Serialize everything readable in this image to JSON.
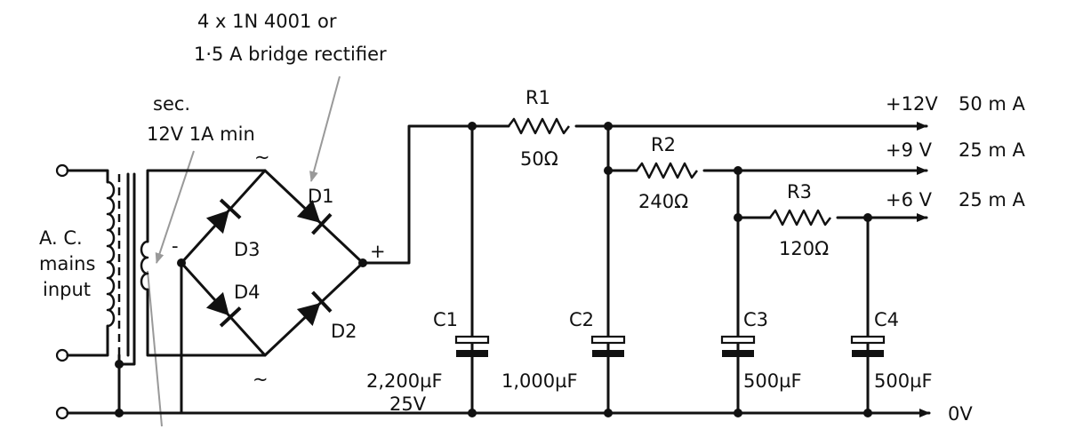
{
  "notes": {
    "rectifier_line1": "4 x 1N 4001 or",
    "rectifier_line2": "1·5 A bridge rectifier",
    "secondary_line1": "sec.",
    "secondary_line2": "12V 1A min",
    "mains_line1": "A. C.",
    "mains_line2": "mains",
    "mains_line3": "input"
  },
  "bridge": {
    "ac_top": "~",
    "ac_bottom": "~",
    "minus": "-",
    "plus": "+"
  },
  "diodes": {
    "d1": "D1",
    "d2": "D2",
    "d3": "D3",
    "d4": "D4"
  },
  "resistors": {
    "r1": {
      "name": "R1",
      "value": "50Ω"
    },
    "r2": {
      "name": "R2",
      "value": "240Ω"
    },
    "r3": {
      "name": "R3",
      "value": "120Ω"
    }
  },
  "capacitors": {
    "c1": {
      "name": "C1",
      "value": "2,200µF",
      "voltage": "25V"
    },
    "c2": {
      "name": "C2",
      "value": "1,000µF"
    },
    "c3": {
      "name": "C3",
      "value": "500µF"
    },
    "c4": {
      "name": "C4",
      "value": "500µF"
    }
  },
  "outputs": {
    "out12_voltage": "+12V",
    "out12_current": "50 m A",
    "out9_voltage": "+9 V",
    "out9_current": "25 m A",
    "out6_voltage": "+6 V",
    "out6_current": "25 m A",
    "ground": "0V"
  }
}
